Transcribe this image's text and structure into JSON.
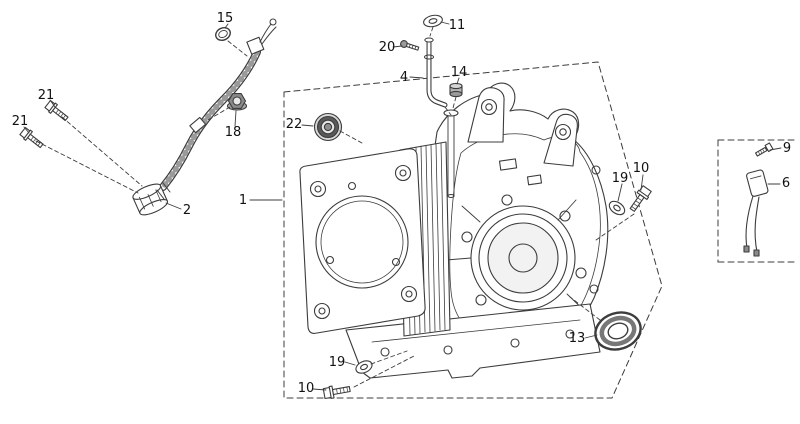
{
  "figure": {
    "background_color": "#ffffff",
    "line_color": "#3c3c3c",
    "label_color": "#111111"
  },
  "callouts": [
    {
      "label": "15"
    },
    {
      "label": "11"
    },
    {
      "label": "20"
    },
    {
      "label": "4"
    },
    {
      "label": "14"
    },
    {
      "label": "21"
    },
    {
      "label": "21"
    },
    {
      "label": "18"
    },
    {
      "label": "22"
    },
    {
      "label": "2"
    },
    {
      "label": "1"
    },
    {
      "label": "19"
    },
    {
      "label": "10"
    },
    {
      "label": "9"
    },
    {
      "label": "6"
    },
    {
      "label": "13"
    },
    {
      "label": "19"
    },
    {
      "label": "10"
    }
  ]
}
